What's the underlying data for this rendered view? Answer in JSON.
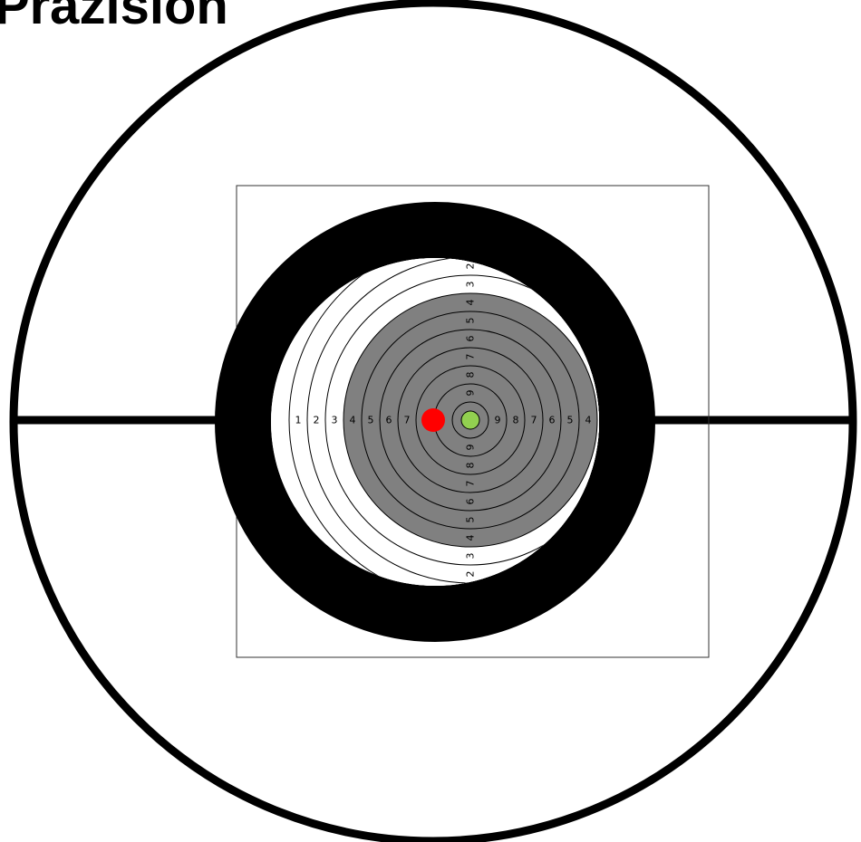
{
  "title": "Präzision",
  "target": {
    "ring_numbers_left": [
      "1",
      "2",
      "3",
      "4",
      "5",
      "6",
      "7"
    ],
    "ring_numbers_right": [
      "9",
      "8",
      "7",
      "6",
      "5",
      "4"
    ],
    "ring_numbers_top": [
      "2",
      "3",
      "4",
      "5",
      "6",
      "7",
      "8",
      "9"
    ],
    "ring_numbers_bottom": [
      "9",
      "8",
      "7",
      "6",
      "5",
      "4",
      "3",
      "2"
    ],
    "shot_marker_color": "#ff0000",
    "center_marker_color": "#92d050",
    "scoring_zone_color": "#808080"
  }
}
